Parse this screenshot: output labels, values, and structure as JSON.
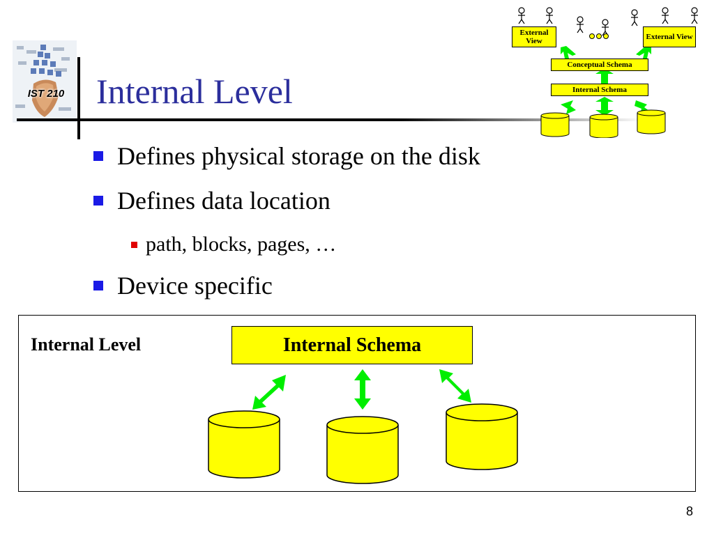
{
  "logo": {
    "label": "IST 210"
  },
  "slide": {
    "title": "Internal Level",
    "bullets": [
      {
        "text": "Defines physical storage on the disk",
        "level": 1
      },
      {
        "text": "Defines data location",
        "level": 1
      },
      {
        "text": "path, blocks, pages, …",
        "level": 2
      },
      {
        "text": "Device specific",
        "level": 1
      }
    ],
    "page_number": "8"
  },
  "diagram": {
    "level_label": "Internal Level",
    "schema_label": "Internal Schema",
    "cylinder_count": 3
  },
  "mini_diagram": {
    "external_view_left": "External View",
    "external_view_right": "External View",
    "conceptual_schema": "Conceptual Schema",
    "internal_schema": "Internal Schema"
  },
  "colors": {
    "title": "#2b2e9c",
    "bullet_level1": "#1a1ae6",
    "bullet_level2": "#e00000",
    "box_fill": "#ffff00",
    "arrow": "#00ee00"
  }
}
